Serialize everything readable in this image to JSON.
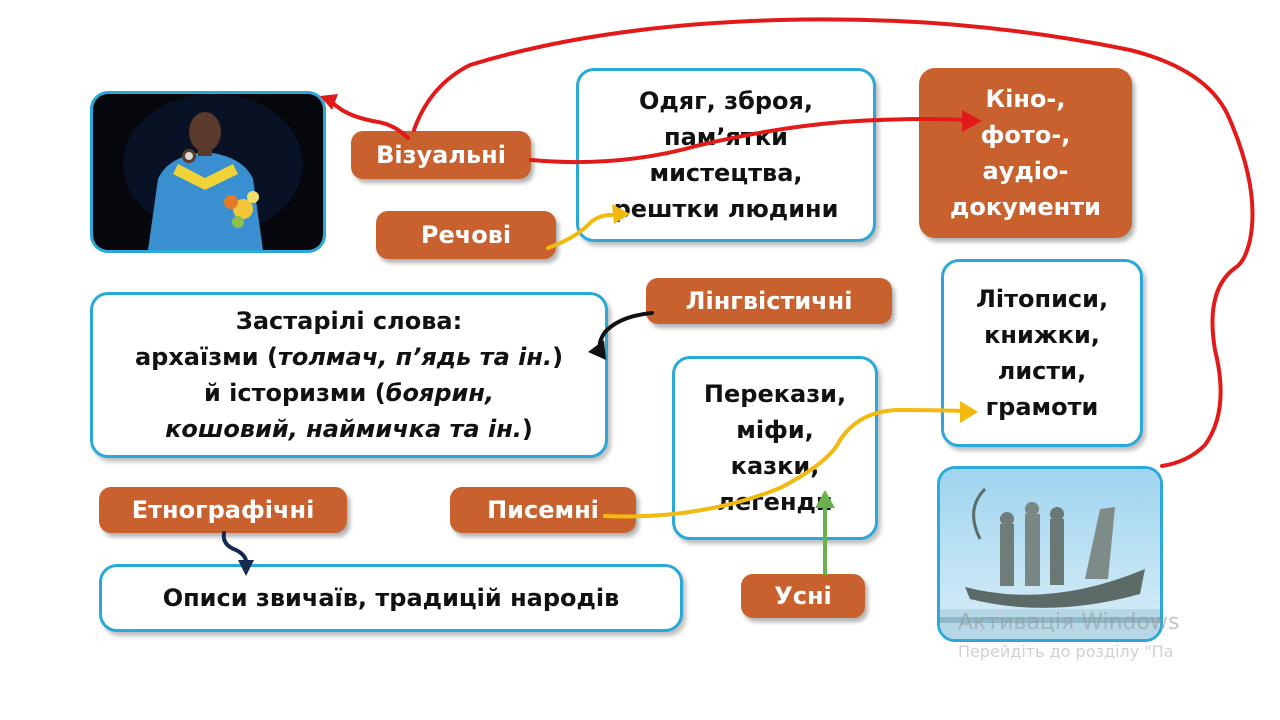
{
  "tags": {
    "vizualni": "Візуальні",
    "rechovi": "Речові",
    "linhvistychni": "Лінгвістичні",
    "etnohrafichni": "Етнографічні",
    "pysemni": "Писемні",
    "usni": "Усні"
  },
  "boxes": {
    "odyah": [
      "Одяг, зброя,",
      "пам’ятки",
      "мистецтва,",
      "рештки людини"
    ],
    "kino": [
      "Кіно-,",
      "фото-,",
      "аудіо-",
      "документи"
    ],
    "zastarili": {
      "line1": "Застарілі слова:",
      "line2_pre": "архаїзми (",
      "line2_it": "толмач, п’ядь та ін.",
      "line2_post": ")",
      "line3_pre": "й історизми (",
      "line3_it": "боярин,",
      "line4_it": "кошовий, наймичка та ін.",
      "line4_post": ")"
    },
    "litopysy": [
      "Літописи,",
      "книжки,",
      "листи,",
      "грамоти"
    ],
    "perekazy": [
      "Перекази,",
      "міфи,",
      "казки,",
      "легенди"
    ],
    "opysy": "Описи звичаїв, традицій народів"
  },
  "images": {
    "athlete": "athlete-photo",
    "monument": "monument-photo"
  },
  "watermark": {
    "line1": "Активація Windows",
    "line2": "Перейдіть до розділу \"Па"
  },
  "colors": {
    "tag_bg": "#c9612e",
    "box_border": "#2aa8da",
    "arrow_red": "#e21a1a",
    "arrow_yellow": "#f2b90f",
    "arrow_green": "#6ab04c",
    "arrow_black": "#111111",
    "arrow_navy": "#152a4f"
  }
}
